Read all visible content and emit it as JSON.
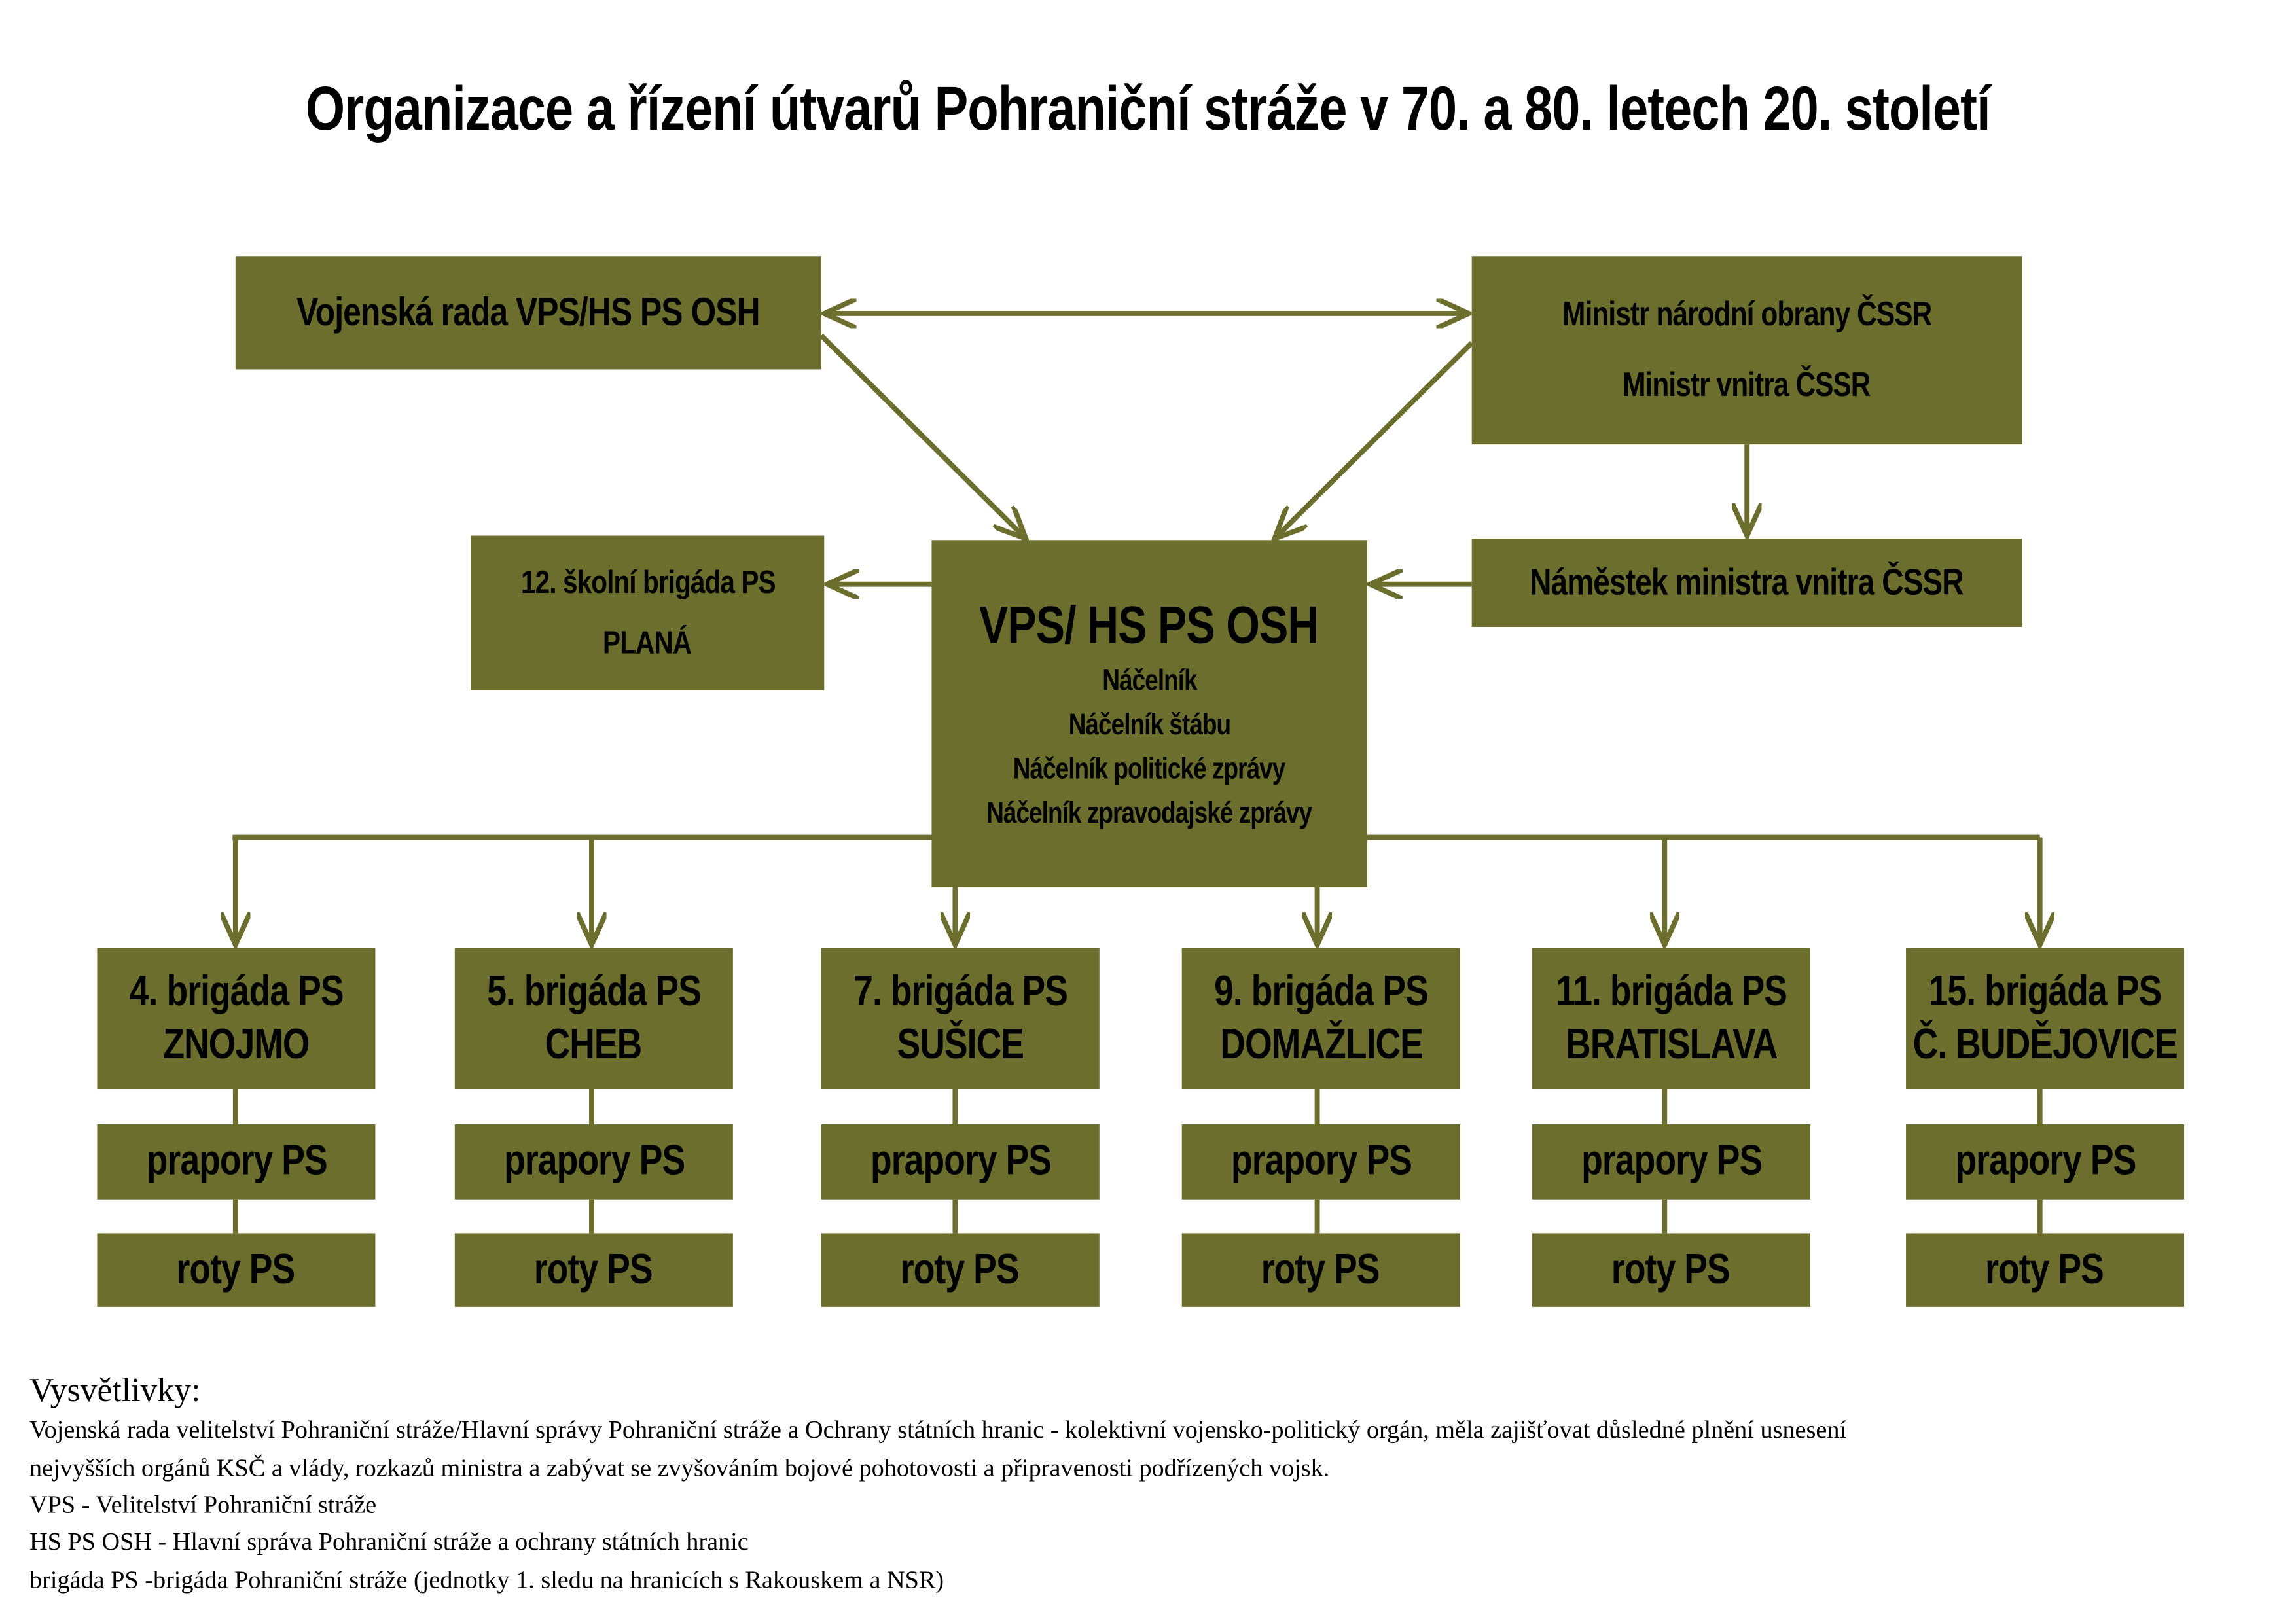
{
  "title": "Organizace a řízení útvarů Pohraniční stráže v 70. a 80. letech 20. století",
  "color": "#6b6e2c",
  "military_council": "Vojenská rada VPS/HS PS OSH",
  "ministers": [
    "Ministr národní obrany ČSSR",
    "Ministr vnitra ČSSR"
  ],
  "deputy_minister": "Náměstek ministra vnitra ČSSR",
  "school_brigade": [
    "12. školní brigáda PS",
    "PLANÁ"
  ],
  "hq": {
    "title": "VPS/ HS PS OSH",
    "roles": [
      "Náčelník",
      "Náčelník štábu",
      "Náčelník politické zprávy",
      "Náčelník zpravodajské zprávy"
    ]
  },
  "brigades": [
    {
      "name": "4. brigáda PS",
      "place": "ZNOJMO",
      "battalions": "prapory PS",
      "companies": "roty PS"
    },
    {
      "name": "5. brigáda PS",
      "place": "CHEB",
      "battalions": "prapory PS",
      "companies": "roty PS"
    },
    {
      "name": "7. brigáda PS",
      "place": "SUŠICE",
      "battalions": "prapory PS",
      "companies": "roty PS"
    },
    {
      "name": "9. brigáda PS",
      "place": "DOMAŽLICE",
      "battalions": "prapory PS",
      "companies": "roty PS"
    },
    {
      "name": "11. brigáda PS",
      "place": "BRATISLAVA",
      "battalions": "prapory PS",
      "companies": "roty PS"
    },
    {
      "name": "15. brigáda PS",
      "place": "Č. BUDĚJOVICE",
      "battalions": "prapory PS",
      "companies": "roty PS"
    }
  ],
  "legend": {
    "heading": "Vysvětlivky:",
    "lines": [
      "Vojenská rada velitelství Pohraniční stráže/Hlavní správy Pohraniční stráže a Ochrany státních hranic - kolektivní vojensko-politický orgán, měla zajišťovat důsledné plnění usnesení",
      "nejvyšších orgánů KSČ a vlády, rozkazů ministra a zabývat se zvyšováním bojové pohotovosti a připravenosti podřízených vojsk.",
      "VPS - Velitelství  Pohraniční stráže",
      "HS PS OSH - Hlavní správa Pohraniční stráže a ochrany státních hranic",
      "brigáda PS -brigáda Pohraniční stráže (jednotky 1. sledu na hranicích s Rakouskem a NSR)"
    ]
  }
}
